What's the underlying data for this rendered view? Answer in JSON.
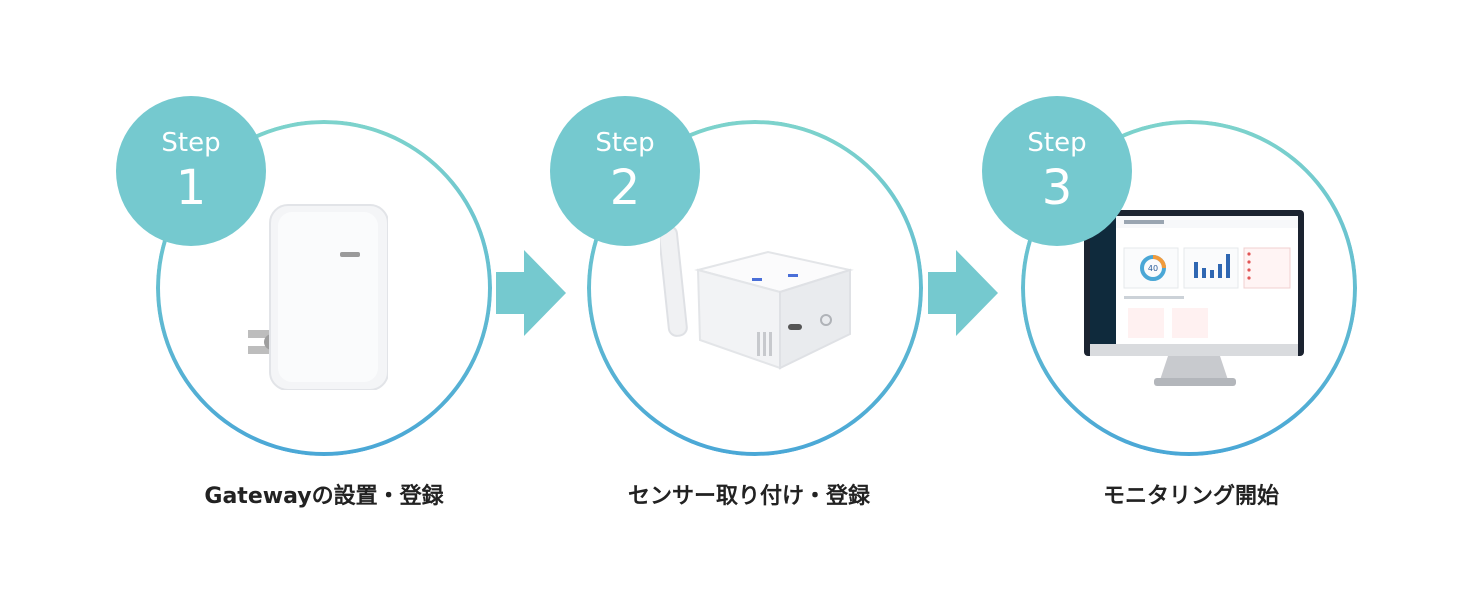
{
  "colors": {
    "accent": "#75c9cf",
    "ring_top": "#7dd3cc",
    "ring_bottom": "#4aa7d6"
  },
  "steps": [
    {
      "word": "Step",
      "number": "1",
      "label": "Gatewayの設置・登録",
      "image": "gateway-device"
    },
    {
      "word": "Step",
      "number": "2",
      "label": "センサー取り付け・登録",
      "image": "router-device"
    },
    {
      "word": "Step",
      "number": "3",
      "label": "モニタリング開始",
      "image": "monitor-dashboard"
    }
  ],
  "dashboard": {
    "gauge_value": "40"
  }
}
